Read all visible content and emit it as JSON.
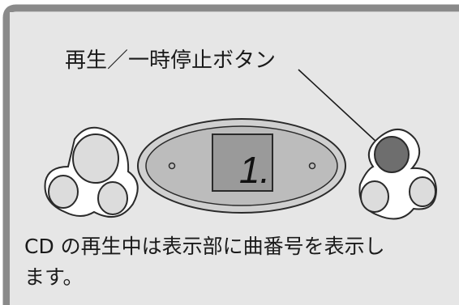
{
  "callout": {
    "label": "再生／一時停止ボタン"
  },
  "display": {
    "digit": "1."
  },
  "caption": {
    "line1": "CD の再生中は表示部に曲番号を表示し",
    "line2": "ます。"
  },
  "colors": {
    "frame_border": "#8a8a8a",
    "panel_bg": "#e6e6e6",
    "ellipse_fill": "#c8c8c8",
    "button_fill": "#dcdcdc",
    "highlight_button_fill": "#6e6e6e",
    "display_fill": "#9a9a9a",
    "ink": "#1a1a1a"
  }
}
